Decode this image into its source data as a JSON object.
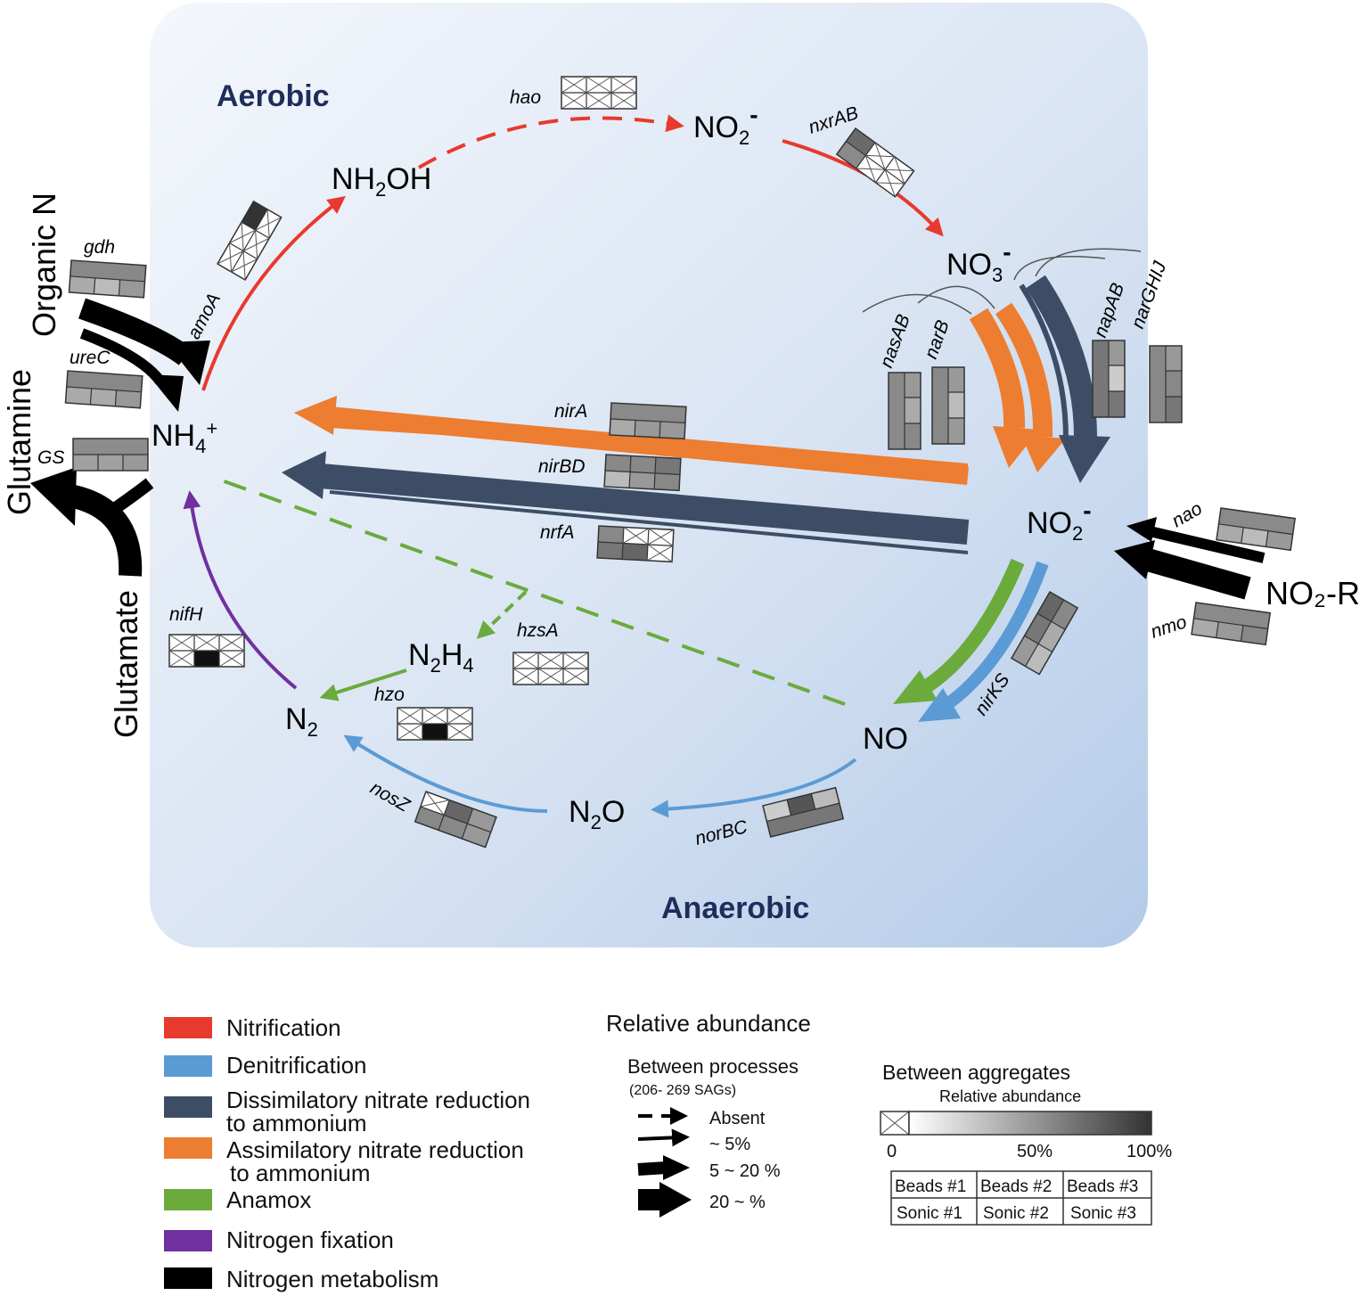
{
  "zones": {
    "aerobic": "Aerobic",
    "anaerobic": "Anaerobic"
  },
  "side_labels": {
    "organic_n": "Organic N",
    "glutamine": "Glutamine",
    "glutamate": "Glutamate",
    "no2r": "NO₂-R"
  },
  "compounds": {
    "nh4": {
      "base": "NH",
      "sub": "4",
      "sup": "+"
    },
    "nh2oh": {
      "base": "NH",
      "sub": "2",
      "rest": "OH"
    },
    "no2_top": {
      "base": "NO",
      "sub": "2",
      "sup": "-"
    },
    "no3": {
      "base": "NO",
      "sub": "3",
      "sup": "-"
    },
    "no2_right": {
      "base": "NO",
      "sub": "2",
      "sup": "-"
    },
    "no": {
      "base": "NO"
    },
    "n2o": {
      "base": "N",
      "sub": "2",
      "rest": "O"
    },
    "n2": {
      "base": "N",
      "sub": "2"
    },
    "n2h4": {
      "base": "N",
      "sub": "2",
      "mid": "H",
      "sub2": "4"
    }
  },
  "genes": {
    "hao": "hao",
    "nxrAB": "nxrAB",
    "amoA": "amoA",
    "gdh": "gdh",
    "ureC": "ureC",
    "GS": "GS",
    "nasAB": "nasAB",
    "narB": "narB",
    "napAB": "napAB",
    "narGHIJ": "narGHIJ",
    "nirA": "nirA",
    "nirBD": "nirBD",
    "nrfA": "nrfA",
    "nao": "nao",
    "nmo": "nmo",
    "nirKS": "nirKS",
    "norBC": "norBC",
    "nosZ": "nosZ",
    "hzsA": "hzsA",
    "hzo": "hzo",
    "nifH": "nifH"
  },
  "legend": {
    "processes": [
      {
        "label": "Nitrification",
        "color": "#e8392e"
      },
      {
        "label": "Denitrification",
        "color": "#5b9bd5"
      },
      {
        "label": "Dissimilatory nitrate reduction",
        "label2": "to ammonium",
        "color": "#3d4d66"
      },
      {
        "label": "Assimilatory nitrate reduction",
        "label2": "to ammonium",
        "color": "#ed7d31"
      },
      {
        "label": "Anamox",
        "color": "#6aab3c"
      },
      {
        "label": "Nitrogen fixation",
        "color": "#7030a0"
      },
      {
        "label": "Nitrogen metabolism",
        "color": "#000000"
      }
    ],
    "relative_abundance_title": "Relative abundance",
    "between_processes": "Between processes",
    "sags": "(206- 269 SAGs)",
    "arrow_levels": [
      "Absent",
      "~ 5%",
      "5 ~ 20 %",
      "20 ~ %"
    ],
    "between_aggregates": "Between aggregates",
    "gradient_title": "Relative abundance",
    "gradient_ticks": [
      "0",
      "50%",
      "100%"
    ],
    "grid_rows": [
      [
        "Beads #1",
        "Beads #2",
        "Beads #3"
      ],
      [
        "Sonic #1",
        "Sonic #2",
        "Sonic #3"
      ]
    ]
  },
  "colors": {
    "nitrification": "#e8392e",
    "denitrification": "#5b9bd5",
    "dnra": "#3d4d66",
    "anra": "#ed7d31",
    "anammox": "#6aab3c",
    "fixation": "#7030a0",
    "metabolism": "#000000"
  }
}
